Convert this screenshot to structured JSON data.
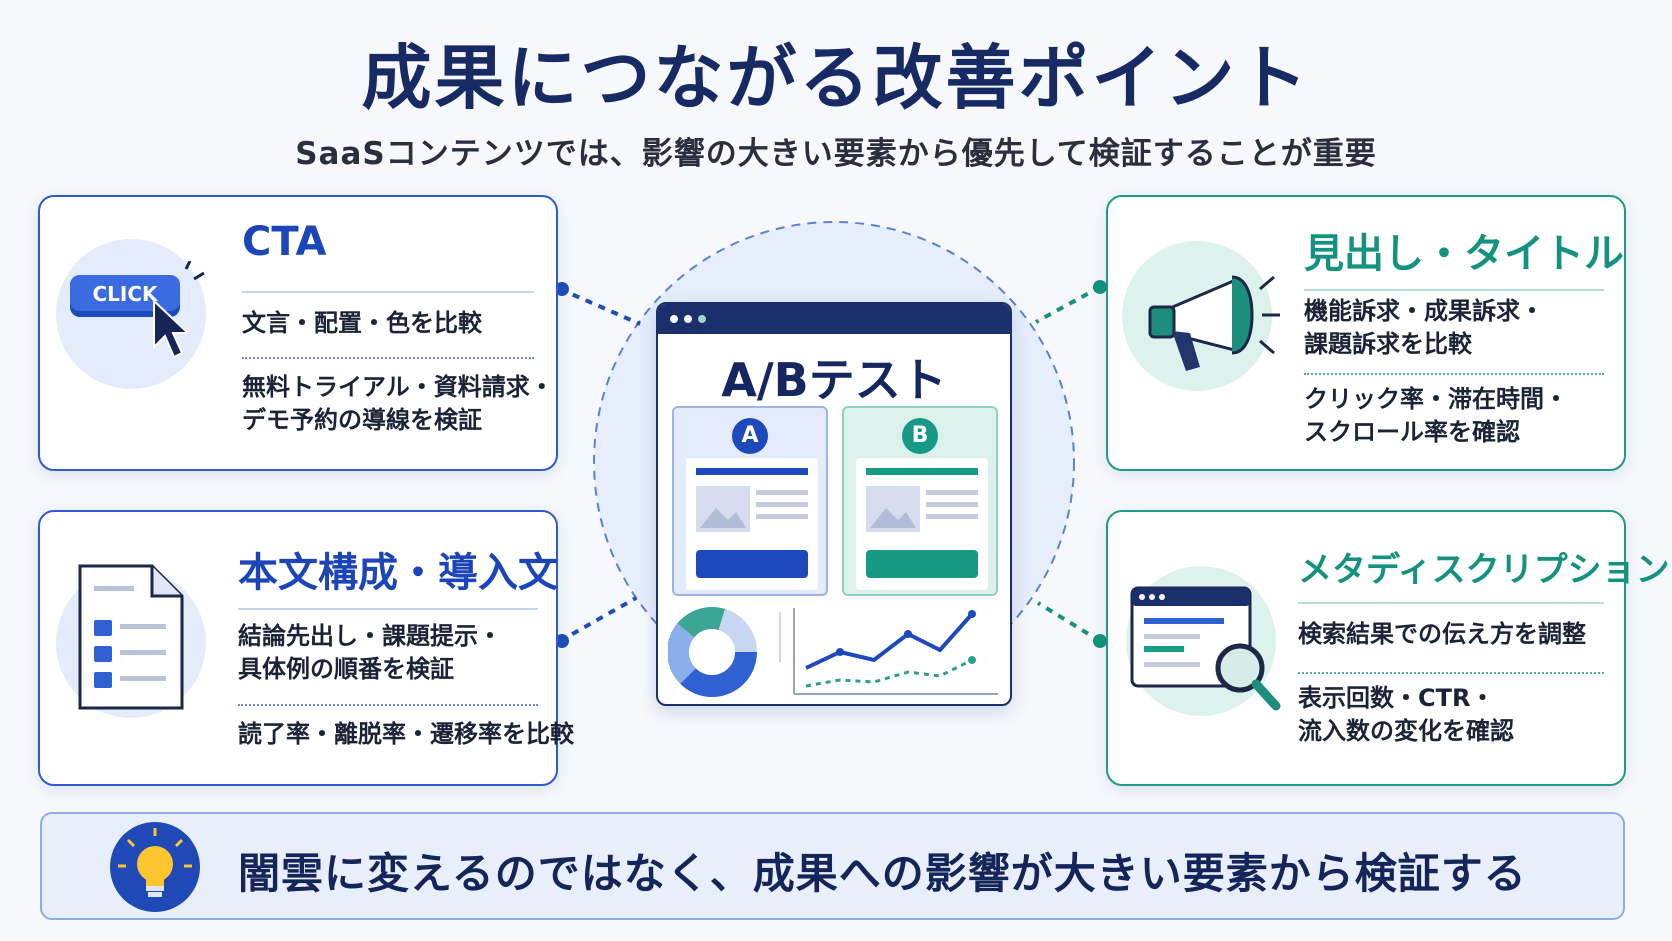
{
  "title": "成果につながる改善ポイント",
  "subtitle": "SaaSコンテンツでは、影響の大きい要素から優先して検証することが重要",
  "colors": {
    "blue": "#1b45b8",
    "green": "#15927f",
    "navy": "#172a63",
    "background": "#f6f8fc"
  },
  "center": {
    "title": "A/Bテスト",
    "variant_a": "A",
    "variant_b": "B"
  },
  "cards": {
    "cta": {
      "title": "CTA",
      "icon_label": "CLICK",
      "icon": "cursor-click-icon",
      "line1": "文言・配置・色を比較",
      "line2a": "無料トライアル・資料請求・",
      "line2b": "デモ予約の導線を検証"
    },
    "body": {
      "title": "本文構成・導入文",
      "icon": "document-icon",
      "line1a": "結論先出し・課題提示・",
      "line1b": "具体例の順番を検証",
      "line2": "読了率・離脱率・遷移率を比較"
    },
    "heading": {
      "title": "見出し・タイトル",
      "icon": "megaphone-icon",
      "line1a": "機能訴求・成果訴求・",
      "line1b": "課題訴求を比較",
      "line2a": "クリック率・滞在時間・",
      "line2b": "スクロール率を確認"
    },
    "meta": {
      "title": "メタディスクリプション",
      "icon": "search-window-icon",
      "line1": "検索結果での伝え方を調整",
      "line2a": "表示回数・CTR・",
      "line2b": "流入数の変化を確認"
    }
  },
  "bottom": {
    "text": "闇雲に変えるのではなく、成果への影響が大きい要素から検証する",
    "icon": "lightbulb-icon"
  }
}
